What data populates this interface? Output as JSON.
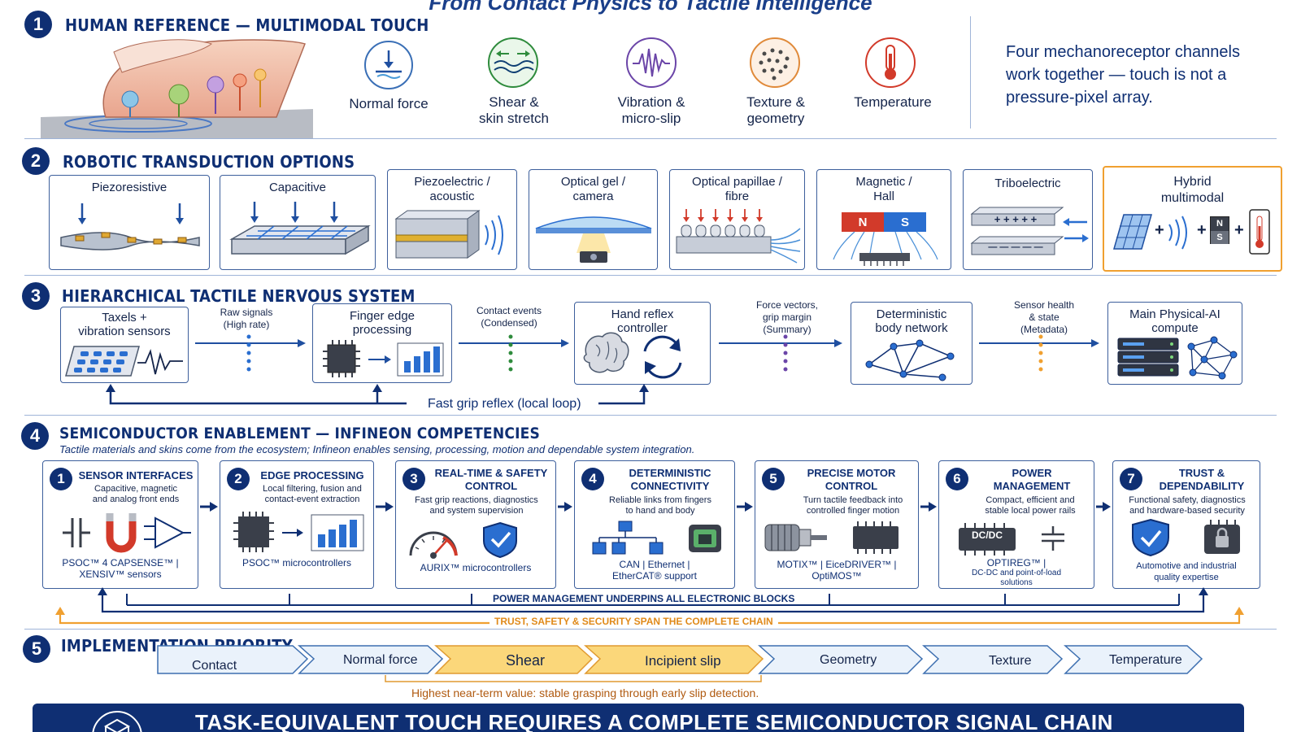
{
  "title": "From Contact Physics to Tactile Intelligence",
  "sections": [
    {
      "number": "1",
      "title": "HUMAN REFERENCE — MULTIMODAL TOUCH"
    },
    {
      "number": "2",
      "title": "ROBOTIC TRANSDUCTION OPTIONS"
    },
    {
      "number": "3",
      "title": "HIERARCHICAL TACTILE NERVOUS SYSTEM"
    },
    {
      "number": "4",
      "title": "SEMICONDUCTOR ENABLEMENT — INFINEON COMPETENCIES"
    },
    {
      "number": "5",
      "title": "IMPLEMENTATION PRIORITY"
    }
  ],
  "modalities": [
    {
      "line1": "Normal force",
      "line2": ""
    },
    {
      "line1": "Shear &",
      "line2": "skin stretch"
    },
    {
      "line1": "Vibration &",
      "line2": "micro-slip"
    },
    {
      "line1": "Texture &",
      "line2": "geometry"
    },
    {
      "line1": "Temperature",
      "line2": ""
    }
  ],
  "modalities_note": {
    "line1": "Four mechanoreceptor channels",
    "line2": "work together — touch is not a",
    "line3": "pressure-pixel array."
  },
  "transduction": [
    {
      "line1": "Piezoresistive",
      "line2": ""
    },
    {
      "line1": "Capacitive",
      "line2": ""
    },
    {
      "line1": "Piezoelectric /",
      "line2": "acoustic"
    },
    {
      "line1": "Optical gel /",
      "line2": "camera"
    },
    {
      "line1": "Optical papillae /",
      "line2": "fibre"
    },
    {
      "line1": "Magnetic /",
      "line2": "Hall"
    },
    {
      "line1": "Triboelectric",
      "line2": ""
    },
    {
      "line1": "Hybrid",
      "line2": "multimodal"
    }
  ],
  "magnet": {
    "n": "N",
    "s": "S"
  },
  "tribo": {
    "plus": "+ + + + +",
    "minus": "— — — — —"
  },
  "hybrid_plus": "+",
  "hierarchy": {
    "nodes": [
      {
        "line1": "Taxels +",
        "line2": "vibration sensors"
      },
      {
        "line1": "Finger edge",
        "line2": "processing"
      },
      {
        "line1": "Hand reflex",
        "line2": "controller"
      },
      {
        "line1": "Deterministic",
        "line2": "body network"
      },
      {
        "line1": "Main Physical-AI",
        "line2": "compute"
      }
    ],
    "signals": [
      {
        "line1": "Raw signals",
        "line2": "(High rate)",
        "line3": ""
      },
      {
        "line1": "Contact events",
        "line2": "(Condensed)",
        "line3": ""
      },
      {
        "line1": "Force vectors,",
        "line2": "grip margin",
        "line3": "(Summary)"
      },
      {
        "line1": "Sensor health",
        "line2": "& state",
        "line3": "(Metadata)"
      }
    ],
    "loop_label": "Fast grip reflex (local loop)"
  },
  "semiconductor": {
    "subtitle": "Tactile materials and skins come from the ecosystem; Infineon enables sensing, processing, motion and dependable system integration.",
    "blocks": [
      {
        "number": "1",
        "title1": "SENSOR INTERFACES",
        "title2": "",
        "desc1": "Capacitive, magnetic",
        "desc2": "and analog front ends",
        "prod1": "PSOC™ 4 CAPSENSE™  |",
        "prod2": "XENSIV™ sensors"
      },
      {
        "number": "2",
        "title1": "EDGE PROCESSING",
        "title2": "",
        "desc1": "Local filtering, fusion and",
        "desc2": "contact-event extraction",
        "prod1": "PSOC™ microcontrollers",
        "prod2": ""
      },
      {
        "number": "3",
        "title1": "REAL-TIME & SAFETY",
        "title2": "CONTROL",
        "desc1": "Fast grip reactions, diagnostics",
        "desc2": "and system supervision",
        "prod1": "AURIX™ microcontrollers",
        "prod2": ""
      },
      {
        "number": "4",
        "title1": "DETERMINISTIC",
        "title2": "CONNECTIVITY",
        "desc1": "Reliable links from fingers",
        "desc2": "to hand and body",
        "prod1": "CAN  |  Ethernet  |",
        "prod2": "EtherCAT® support"
      },
      {
        "number": "5",
        "title1": "PRECISE MOTOR",
        "title2": "CONTROL",
        "desc1": "Turn tactile feedback into",
        "desc2": "controlled finger motion",
        "prod1": "MOTIX™  |  EiceDRIVER™  |",
        "prod2": "OptiMOS™"
      },
      {
        "number": "6",
        "title1": "POWER",
        "title2": "MANAGEMENT",
        "desc1": "Compact, efficient and",
        "desc2": "stable local power rails",
        "prod1": "OPTIREG™  |",
        "prod2": "DC-DC and point-of-load solutions"
      },
      {
        "number": "7",
        "title1": "TRUST &",
        "title2": "DEPENDABILITY",
        "desc1": "Functional safety, diagnostics",
        "desc2": "and hardware-based security",
        "prod1": "Automotive and industrial",
        "prod2": "quality expertise"
      }
    ],
    "dcdc_label": "DC/DC",
    "power_bar": "POWER MANAGEMENT UNDERPINS ALL ELECTRONIC BLOCKS",
    "trust_bar": "TRUST, SAFETY & SECURITY SPAN THE COMPLETE CHAIN"
  },
  "priority": {
    "steps": [
      "Contact",
      "Normal force",
      "Shear",
      "Incipient slip",
      "Geometry",
      "Texture",
      "Temperature"
    ],
    "highlight_note": "Highest near-term value: stable grasping through early slip detection."
  },
  "footer": "TASK-EQUIVALENT TOUCH REQUIRES A COMPLETE SEMICONDUCTOR SIGNAL CHAIN",
  "colors": {
    "navy": "#0f2f73",
    "orange": "#f0a030",
    "highlight": "#fbd77a",
    "chevron": "#eaf2fb"
  }
}
